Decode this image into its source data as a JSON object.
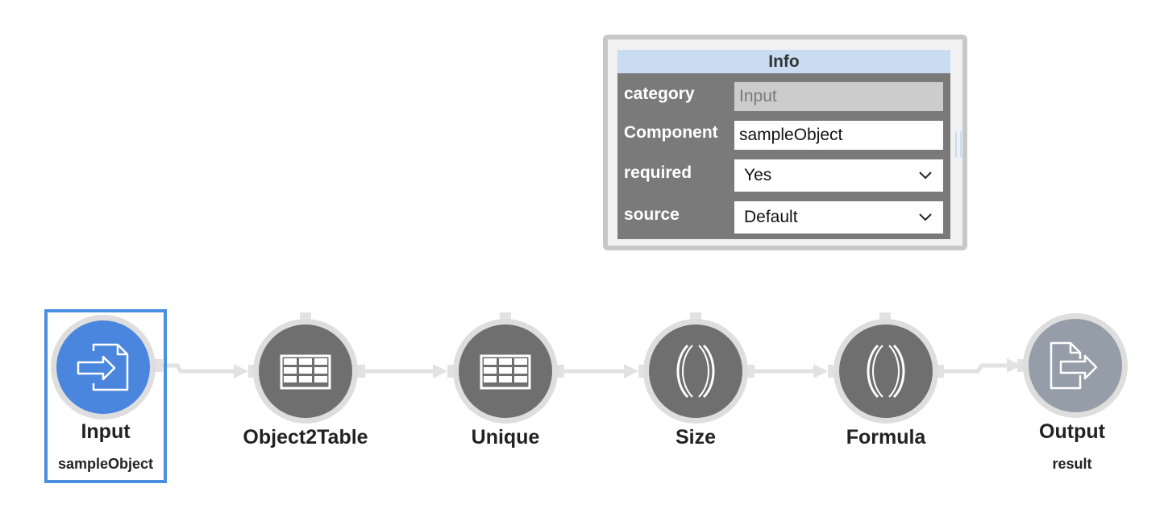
{
  "info_panel": {
    "title": "Info",
    "rows": [
      {
        "label": "category",
        "value": "Input",
        "kind": "disabled"
      },
      {
        "label": "Component",
        "value": "sampleObject",
        "kind": "text"
      },
      {
        "label": "required",
        "value": "Yes",
        "kind": "select"
      },
      {
        "label": "source",
        "value": "Default",
        "kind": "select"
      }
    ]
  },
  "nodes": [
    {
      "title": "Input",
      "subtitle": "sampleObject",
      "icon": "file-import-icon",
      "selected": true,
      "color": "#4a86dd"
    },
    {
      "title": "Object2Table",
      "subtitle": "",
      "icon": "table-icon",
      "selected": false,
      "color": "#6f6f6f"
    },
    {
      "title": "Unique",
      "subtitle": "",
      "icon": "table-icon",
      "selected": false,
      "color": "#6f6f6f"
    },
    {
      "title": "Size",
      "subtitle": "",
      "icon": "parentheses-icon",
      "selected": false,
      "color": "#6f6f6f"
    },
    {
      "title": "Formula",
      "subtitle": "",
      "icon": "parentheses-icon",
      "selected": false,
      "color": "#6f6f6f"
    },
    {
      "title": "Output",
      "subtitle": "result",
      "icon": "file-export-icon",
      "selected": false,
      "color": "#959ea8"
    }
  ]
}
